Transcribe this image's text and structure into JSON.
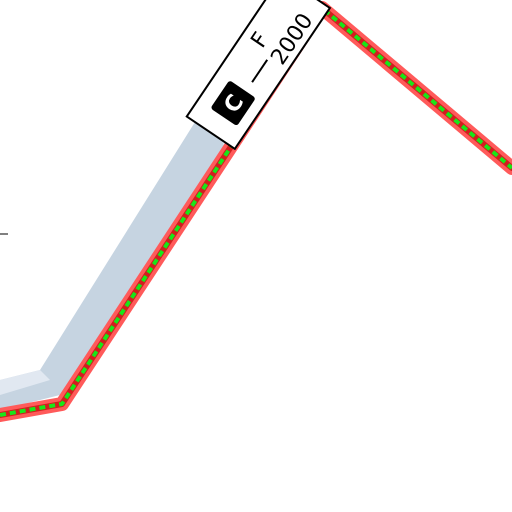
{
  "colors": {
    "background": "#ffffff",
    "road_side_light": "#e1e8f1",
    "road_side_dark": "#c6d4e1",
    "route_casing": "#ff5a5a",
    "route_line": "#d21e1e",
    "route_dots": "#19e619",
    "label_border": "#000000",
    "label_fill": "#ffffff",
    "badge_fill": "#000000",
    "badge_text": "#ffffff"
  },
  "labels": {
    "route_badge": "C",
    "route_name_partial": "F",
    "route_number_partial": "2000"
  }
}
